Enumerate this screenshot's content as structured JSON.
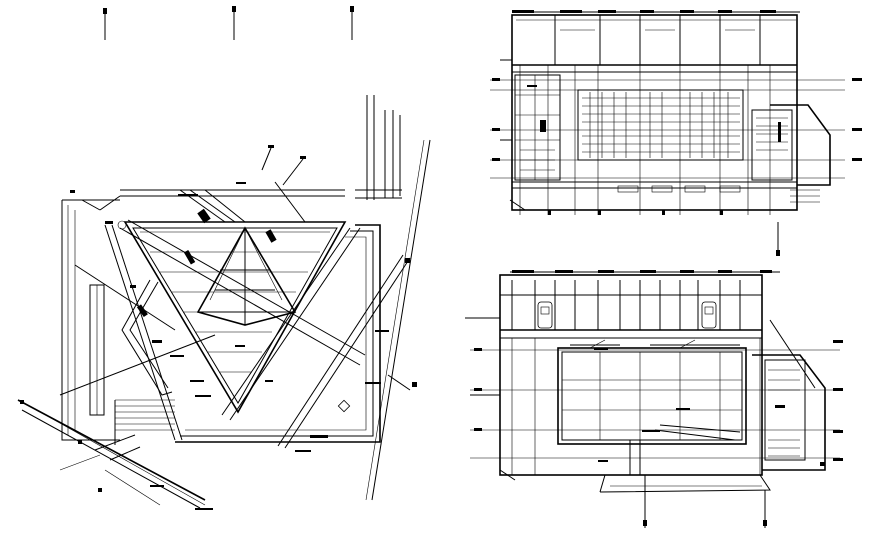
{
  "sheet": {
    "background": "#ffffff",
    "line_color": "#000000",
    "views": [
      {
        "id": "site-plan",
        "label": ""
      },
      {
        "id": "upper-floor-plan",
        "label": ""
      },
      {
        "id": "ground-floor-plan",
        "label": ""
      }
    ]
  }
}
